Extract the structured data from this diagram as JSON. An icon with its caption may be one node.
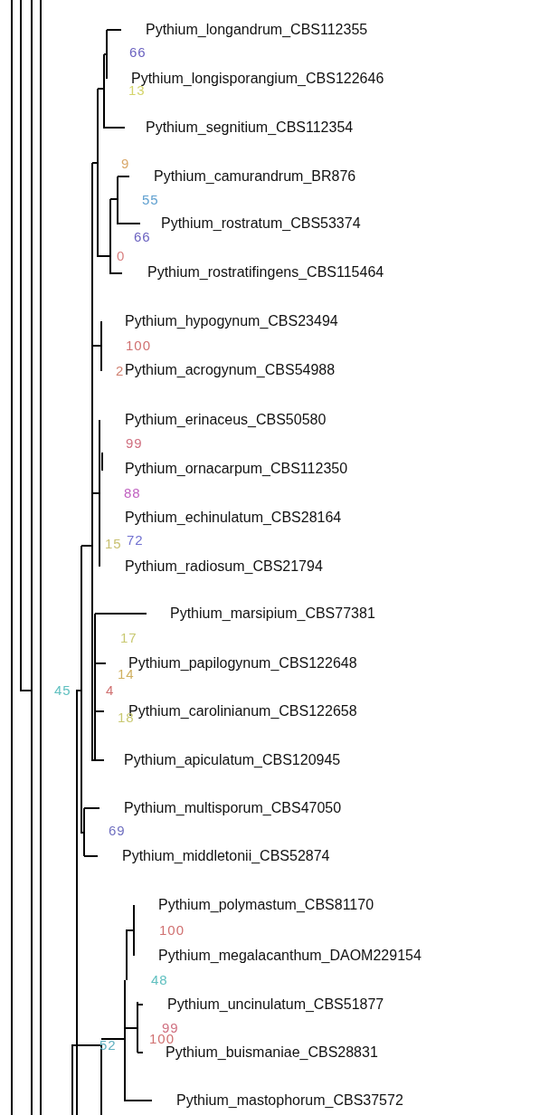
{
  "diagram": {
    "labels": [
      "Pythium_longandrum_CBS112355",
      "66",
      "Pythium_longisporangium_CBS122646",
      "13",
      "Pythium_segnitium_CBS112354",
      "9",
      "Pythium_camurandrum_BR876",
      "55",
      "Pythium_rostratum_CBS53374",
      "66",
      "0",
      "Pythium_rostratifingens_CBS115464",
      "Pythium_hypogynum_CBS23494",
      "100",
      "2",
      "Pythium_acrogynum_CBS54988",
      "Pythium_erinaceus_CBS50580",
      "99",
      "Pythium_ornacarpum_CBS112350",
      "88",
      "Pythium_echinulatum_CBS28164",
      "72",
      "15",
      "Pythium_radiosum_CBS21794",
      "Pythium_marsipium_CBS77381",
      "17",
      "Pythium_papilogynum_CBS122648",
      "14",
      "45",
      "4",
      "Pythium_carolinianum_CBS122658",
      "18",
      "Pythium_apiculatum_CBS120945",
      "Pythium_multisporum_CBS47050",
      "69",
      "Pythium_middletonii_CBS52874",
      "Pythium_polymastum_CBS81170",
      "100",
      "Pythium_megalacanthum_DAOM229154",
      "48",
      "Pythium_uncinulatum_CBS51877",
      "99",
      "100",
      "52",
      "Pythium_buismaniae_CBS28831",
      "Pythium_mastophorum_CBS37572"
    ]
  }
}
